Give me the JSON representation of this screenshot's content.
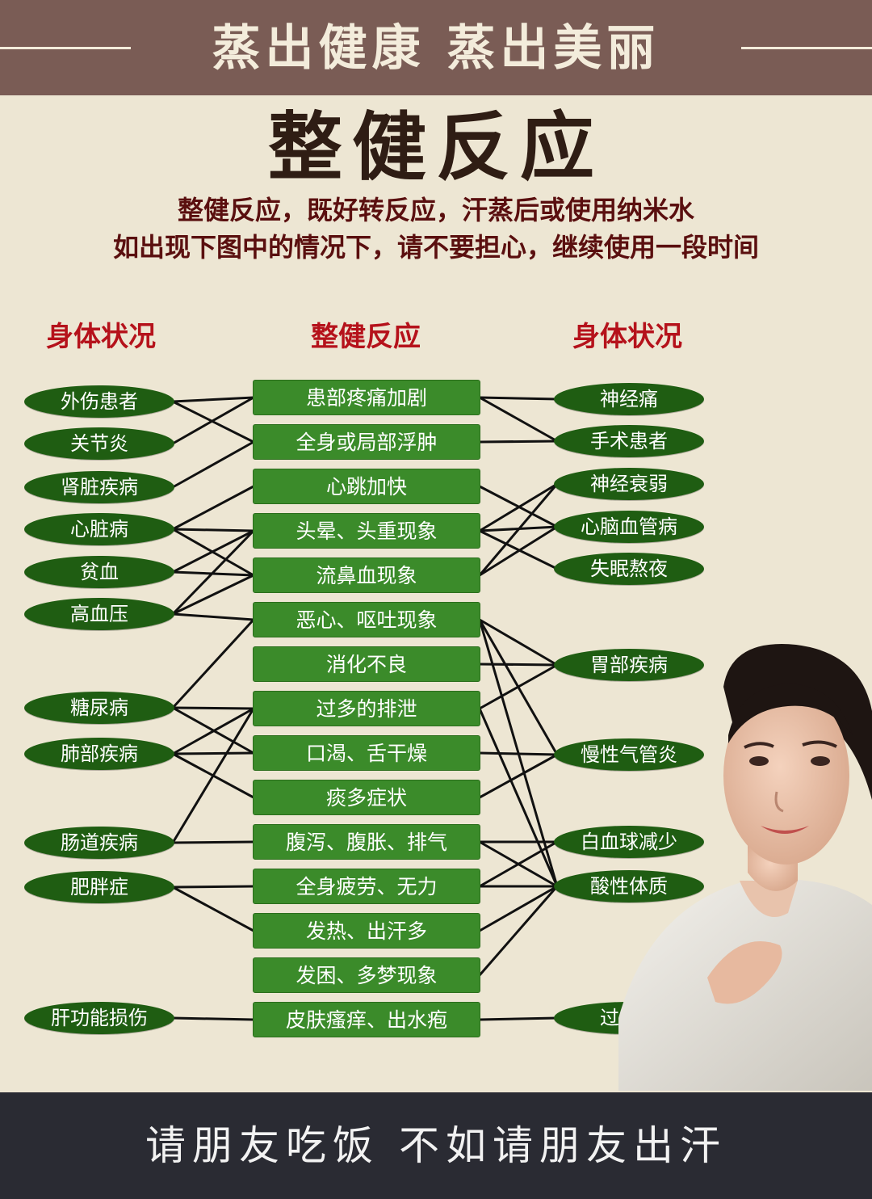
{
  "banner": {
    "top_text": "蒸出健康  蒸出美丽"
  },
  "title": "整健反应",
  "subtitle_lines": [
    "整健反应，既好转反应，汗蒸后或使用纳米水",
    "如出现下图中的情况下，请不要担心，继续使用一段时间"
  ],
  "headers": {
    "left": "身体状况",
    "middle": "整健反应",
    "right": "身体状况"
  },
  "left_conditions": [
    "外伤患者",
    "关节炎",
    "肾脏疾病",
    "心脏病",
    "贫血",
    "高血压",
    "糖尿病",
    "肺部疾病",
    "肠道疾病",
    "肥胖症",
    "肝功能损伤"
  ],
  "reactions": [
    "患部疼痛加剧",
    "全身或局部浮肿",
    "心跳加快",
    "头晕、头重现象",
    "流鼻血现象",
    "恶心、呕吐现象",
    "消化不良",
    "过多的排泄",
    "口渴、舌干燥",
    "痰多症状",
    "腹泻、腹胀、排气",
    "全身疲劳、无力",
    "发热、出汗多",
    "发困、多梦现象",
    "皮肤瘙痒、出水疱"
  ],
  "right_conditions": [
    "神经痛",
    "手术患者",
    "神经衰弱",
    "心脑血管病",
    "失眠熬夜",
    "胃部疾病",
    "慢性气管炎",
    "白血球减少",
    "酸性体质",
    "过敏症"
  ],
  "links_left": [
    [
      "外伤患者",
      "患部疼痛加剧"
    ],
    [
      "外伤患者",
      "全身或局部浮肿"
    ],
    [
      "关节炎",
      "患部疼痛加剧"
    ],
    [
      "肾脏疾病",
      "全身或局部浮肿"
    ],
    [
      "心脏病",
      "心跳加快"
    ],
    [
      "心脏病",
      "头晕、头重现象"
    ],
    [
      "心脏病",
      "流鼻血现象"
    ],
    [
      "贫血",
      "流鼻血现象"
    ],
    [
      "贫血",
      "头晕、头重现象"
    ],
    [
      "高血压",
      "头晕、头重现象"
    ],
    [
      "高血压",
      "流鼻血现象"
    ],
    [
      "高血压",
      "恶心、呕吐现象"
    ],
    [
      "糖尿病",
      "恶心、呕吐现象"
    ],
    [
      "糖尿病",
      "过多的排泄"
    ],
    [
      "糖尿病",
      "口渴、舌干燥"
    ],
    [
      "肺部疾病",
      "口渴、舌干燥"
    ],
    [
      "肺部疾病",
      "痰多症状"
    ],
    [
      "肺部疾病",
      "过多的排泄"
    ],
    [
      "肠道疾病",
      "腹泻、腹胀、排气"
    ],
    [
      "肠道疾病",
      "过多的排泄"
    ],
    [
      "肥胖症",
      "全身疲劳、无力"
    ],
    [
      "肥胖症",
      "发热、出汗多"
    ],
    [
      "肝功能损伤",
      "皮肤瘙痒、出水疱"
    ]
  ],
  "links_right": [
    [
      "患部疼痛加剧",
      "神经痛"
    ],
    [
      "患部疼痛加剧",
      "手术患者"
    ],
    [
      "全身或局部浮肿",
      "手术患者"
    ],
    [
      "心跳加快",
      "心脑血管病"
    ],
    [
      "头晕、头重现象",
      "神经衰弱"
    ],
    [
      "头晕、头重现象",
      "心脑血管病"
    ],
    [
      "头晕、头重现象",
      "失眠熬夜"
    ],
    [
      "流鼻血现象",
      "神经衰弱"
    ],
    [
      "流鼻血现象",
      "心脑血管病"
    ],
    [
      "恶心、呕吐现象",
      "胃部疾病"
    ],
    [
      "恶心、呕吐现象",
      "慢性气管炎"
    ],
    [
      "恶心、呕吐现象",
      "酸性体质"
    ],
    [
      "消化不良",
      "胃部疾病"
    ],
    [
      "过多的排泄",
      "胃部疾病"
    ],
    [
      "过多的排泄",
      "酸性体质"
    ],
    [
      "口渴、舌干燥",
      "慢性气管炎"
    ],
    [
      "痰多症状",
      "慢性气管炎"
    ],
    [
      "腹泻、腹胀、排气",
      "白血球减少"
    ],
    [
      "腹泻、腹胀、排气",
      "酸性体质"
    ],
    [
      "全身疲劳、无力",
      "白血球减少"
    ],
    [
      "全身疲劳、无力",
      "酸性体质"
    ],
    [
      "发热、出汗多",
      "酸性体质"
    ],
    [
      "发困、多梦现象",
      "酸性体质"
    ],
    [
      "皮肤瘙痒、出水疱",
      "过敏症"
    ]
  ],
  "bottom": {
    "slogan": "请朋友吃饭  不如请朋友出汗"
  },
  "colors": {
    "banner": "#7a5c55",
    "background": "#ede6d3",
    "header_red": "#b5121b",
    "pill_green": "#1f5d12",
    "box_green": "#3b8b2a",
    "bottom": "#2a2b33"
  }
}
